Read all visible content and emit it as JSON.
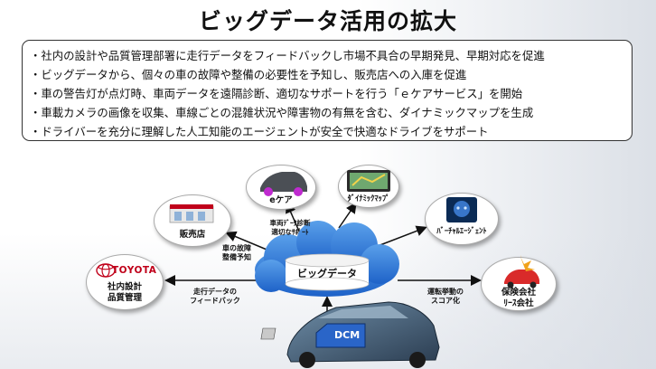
{
  "slide": {
    "title": "ビッグデータ活用の拡大",
    "bullets": [
      "・社内の設計や品質管理部署に走行データをフィードバックし市場不具合の早期発見、早期対応を促進",
      "・ビッグデータから、個々の車の故障や整備の必要性を予知し、販売店への入庫を促進",
      "・車の警告灯が点灯時、車両データを遠隔診断、適切なサポートを行う「ｅケアサービス」を開始",
      "・車載カメラの画像を収集、車線ごとの混雑状況や障害物の有無を含む、ダイナミックマップを生成",
      "・ドライバーを充分に理解した人工知能のエージェントが安全で快適なドライブをサポート"
    ]
  },
  "diagram": {
    "center": "ビッグデータ",
    "dcm": "DCM",
    "toyota_logo": "TOYOTA",
    "nodes": {
      "company": "社内設計\n品質管理",
      "dealer": "販売店",
      "ecare": "eケア",
      "dynamic_map": "ﾀﾞｲﾅﾐｯｸﾏｯﾌﾟ",
      "virtual_agent": "ﾊﾞｰﾁｬﾙｴｰｼﾞｪﾝﾄ",
      "insurance": "保険会社\nﾘｰｽ会社"
    },
    "edges": {
      "feedback": "走行データの\nフィードバック",
      "failure_prediction": "車の故障\n整備予知",
      "remote_diagnosis": "車両ﾃﾞｰﾀ診断\n適切なｻﾎﾟｰﾄ",
      "driving_score": "運転挙動の\nスコア化"
    }
  }
}
